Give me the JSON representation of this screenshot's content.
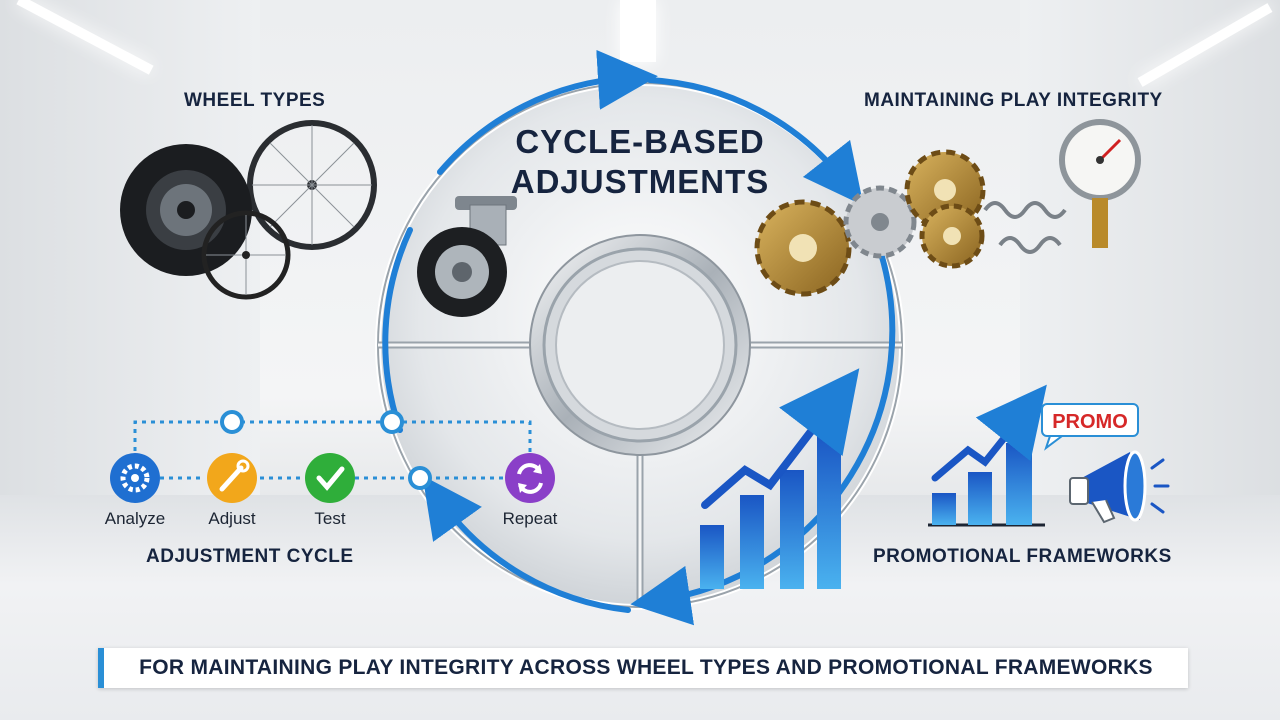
{
  "center": {
    "title_line1": "CYCLE-BASED",
    "title_line2": "ADJUSTMENTS"
  },
  "sections": {
    "wheel_types": "WHEEL TYPES",
    "play_integrity": "MAINTAINING PLAY INTEGRITY",
    "adjustment_cycle": "ADJUSTMENT CYCLE",
    "promotional_frameworks": "PROMOTIONAL FRAMEWORKS"
  },
  "cycle_steps": [
    {
      "label": "Analyze",
      "icon": "gear-icon",
      "color": "#1f6fd1"
    },
    {
      "label": "Adjust",
      "icon": "wrench-icon",
      "color": "#f2a71b"
    },
    {
      "label": "Test",
      "icon": "check-icon",
      "color": "#2fae3a"
    },
    {
      "label": "Repeat",
      "icon": "refresh-icon",
      "color": "#8a3fc8"
    }
  ],
  "promo_badge": "PROMO",
  "banner": "FOR MAINTAINING PLAY INTEGRITY ACROSS WHEEL TYPES AND PROMOTIONAL FRAMEWORKS",
  "colors": {
    "accent": "#1f7fd6",
    "title": "#16243f",
    "promo": "#d62828"
  }
}
